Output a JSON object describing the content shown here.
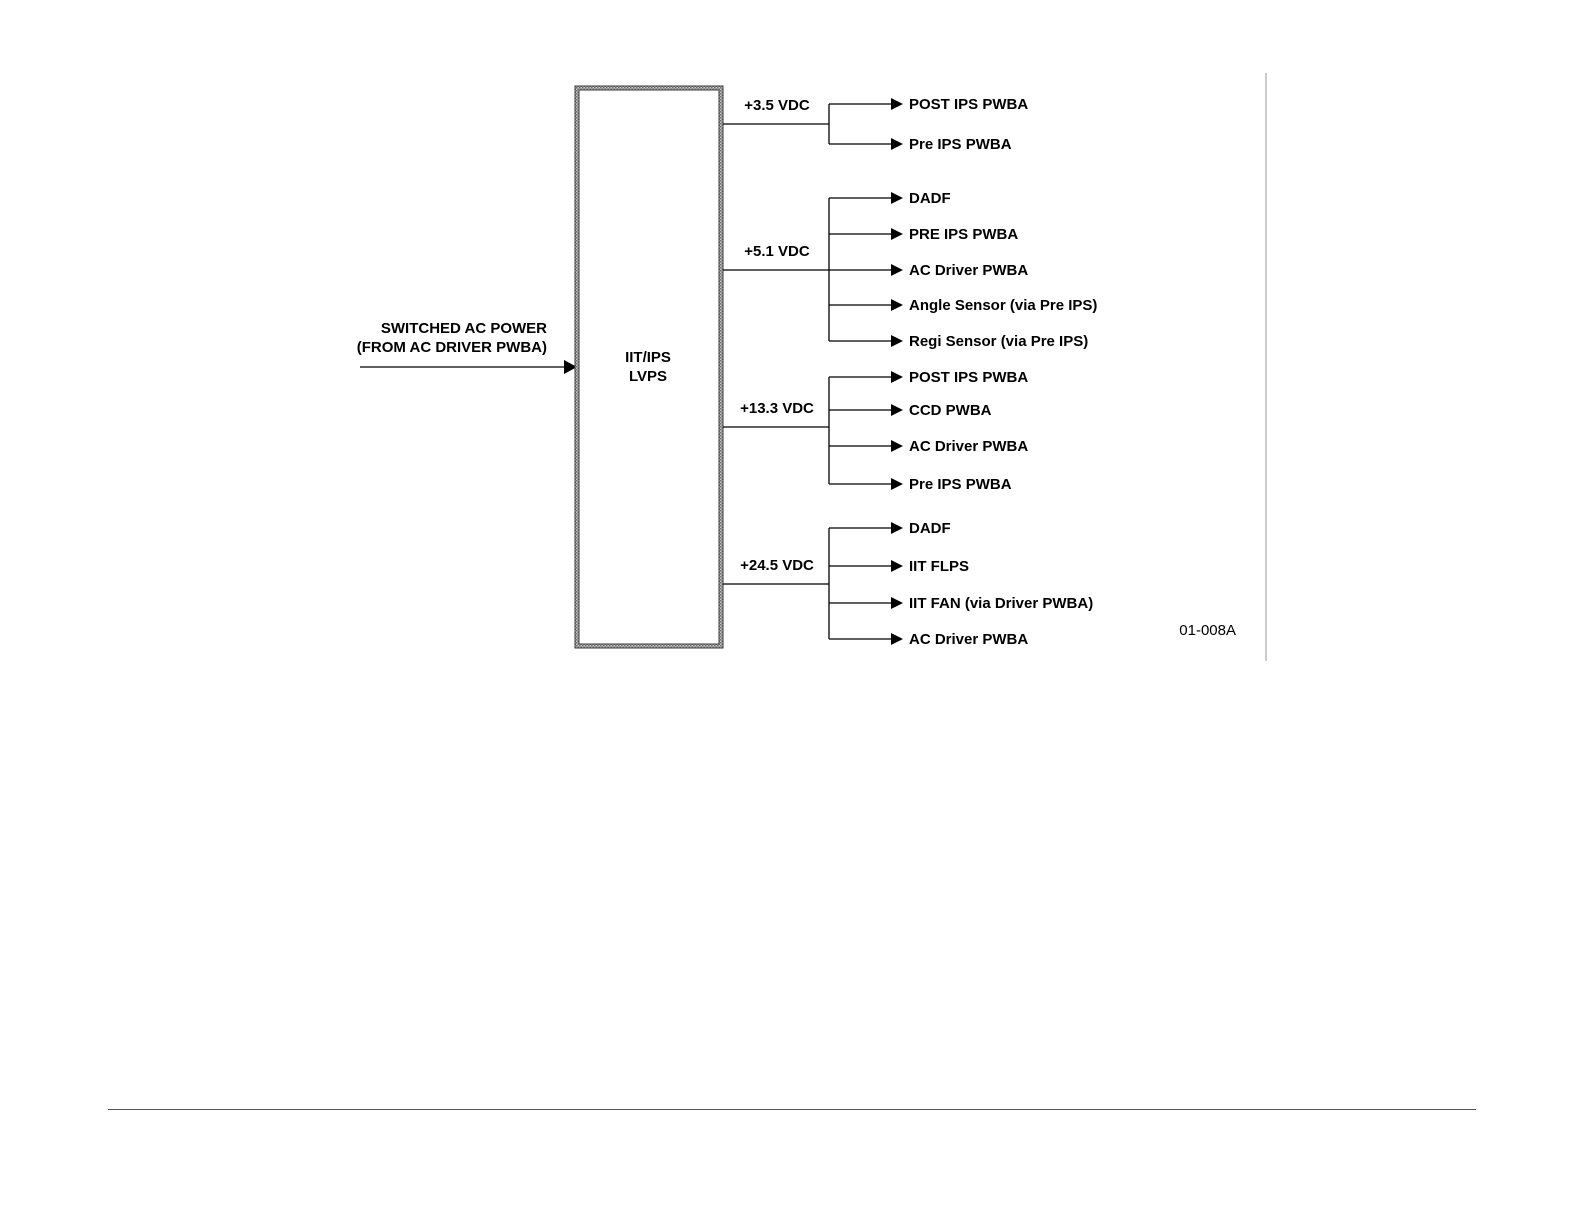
{
  "input": {
    "label_line1": "SWITCHED AC POWER",
    "label_line2": "(FROM AC DRIVER PWBA)"
  },
  "supply": {
    "label_line1": "IIT/IPS",
    "label_line2": "LVPS"
  },
  "outputs": [
    {
      "voltage": "+3.5 VDC",
      "loads": [
        "POST IPS PWBA",
        "Pre IPS PWBA"
      ]
    },
    {
      "voltage": "+5.1 VDC",
      "loads": [
        "DADF",
        "PRE IPS PWBA",
        "AC Driver PWBA",
        "Angle Sensor (via Pre IPS)",
        "Regi Sensor (via Pre IPS)"
      ]
    },
    {
      "voltage": "+13.3 VDC",
      "loads": [
        "POST IPS PWBA",
        "CCD PWBA",
        "AC Driver PWBA",
        "Pre IPS PWBA"
      ]
    },
    {
      "voltage": "+24.5 VDC",
      "loads": [
        "DADF",
        "IIT FLPS",
        "IIT FAN (via Driver PWBA)",
        "AC Driver PWBA"
      ]
    }
  ],
  "figure_id": "01-008A"
}
